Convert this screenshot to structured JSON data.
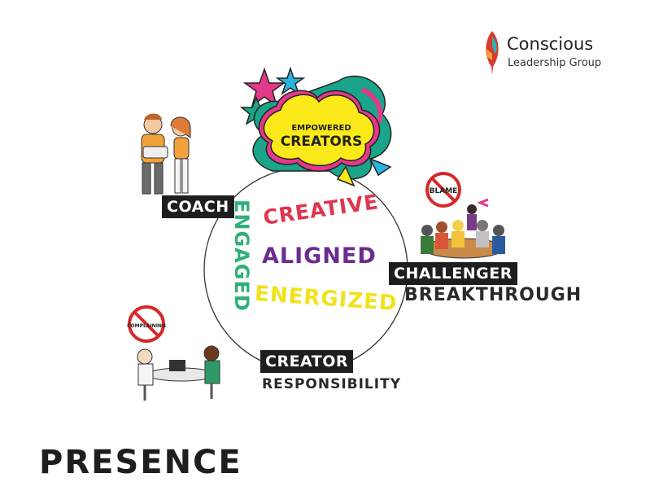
{
  "logo": {
    "line1": "Conscious",
    "line2": "Leadership Group"
  },
  "burst_label": {
    "small": "EMPOWERED",
    "big": "CREATORS"
  },
  "circle_words": {
    "engaged": "ENGAGED",
    "creative": "CREATIVE",
    "aligned": "ALIGNED",
    "energized": "ENERGIZED"
  },
  "roles": {
    "coach": "COACH",
    "challenger": "CHALLENGER",
    "challenger_sub": "BREAKTHROUGH",
    "creator": "CREATOR",
    "creator_sub": "RESPONSIBILITY"
  },
  "signs": {
    "blame": "BLAME",
    "complaining": "COMPLAINING"
  },
  "footer": "PRESENCE",
  "colors": {
    "engaged": "#2fb07a",
    "creative": "#e0344f",
    "aligned": "#6a2c8f",
    "energized": "#f1e21a",
    "burst": "#fbe91a",
    "no_sign": "#d42a2a"
  }
}
